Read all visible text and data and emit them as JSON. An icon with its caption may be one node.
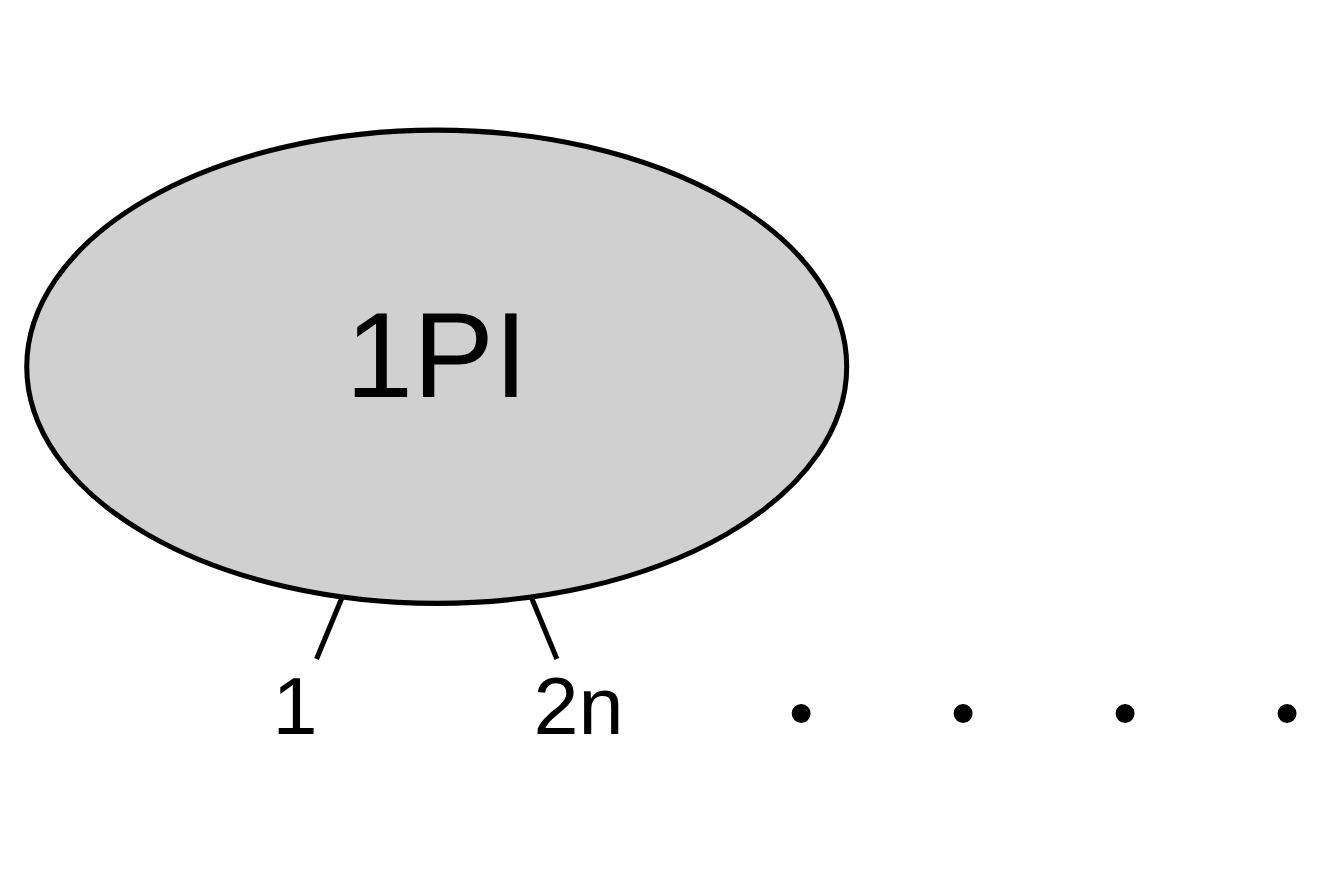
{
  "diagram": {
    "nodes": [
      {
        "text": [
          "1PI"
        ]
      },
      {
        "text": [
          "1"
        ]
      },
      {
        "text": [],
        "shape": "dot"
      },
      {
        "text": [],
        "shape": "dot"
      },
      {
        "text": [],
        "shape": "dot"
      },
      {
        "text": [],
        "shape": "dot"
      },
      {
        "text": [
          "2n"
        ]
      }
    ],
    "edges": [
      {
        "from": 1,
        "to": 0,
        "arrow": "none"
      },
      {
        "from": 6,
        "to": 0,
        "arrow": "none"
      }
    ]
  }
}
